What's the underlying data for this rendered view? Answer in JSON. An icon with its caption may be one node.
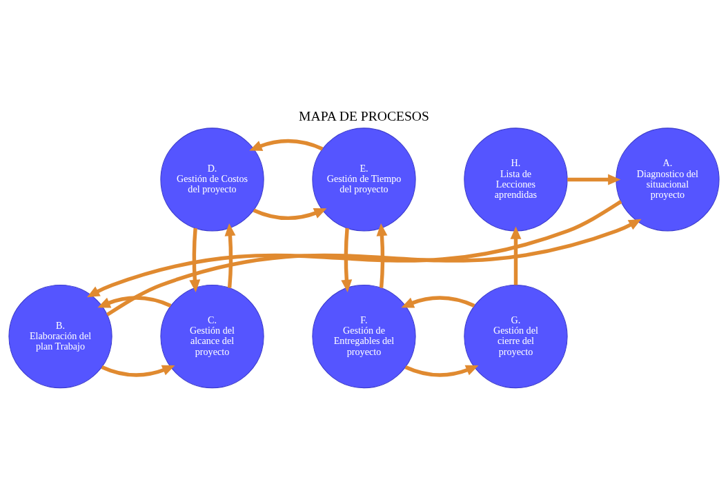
{
  "diagram": {
    "title": "MAPA DE PROCESOS",
    "nodes": [
      {
        "text": [
          "A.",
          "Diagnostico del situacional proyecto"
        ]
      },
      {
        "text": [
          "D.",
          "Gestión de Costos del proyecto"
        ]
      },
      {
        "text": [
          "E.",
          "Gestión de Tiempo del proyecto"
        ]
      },
      {
        "text": [
          "H.",
          "Lista de Lecciones aprendidas"
        ]
      },
      {
        "text": [
          "B.",
          "Elaboración del plan Trabajo"
        ]
      },
      {
        "text": [
          "C.",
          "Gestión del alcance del proyecto"
        ]
      },
      {
        "text": [
          "F.",
          "Gestión de Entregables del proyecto"
        ]
      },
      {
        "text": [
          "G.",
          "Gestión del cierre del proyecto"
        ]
      }
    ],
    "edges": [
      {
        "from": 0,
        "to": 4,
        "arrow": "to"
      },
      {
        "from": 4,
        "to": 0,
        "arrow": "to"
      },
      {
        "from": 4,
        "to": 5,
        "arrow": "to"
      },
      {
        "from": 5,
        "to": 4,
        "arrow": "to"
      },
      {
        "from": 5,
        "to": 1,
        "arrow": "to"
      },
      {
        "from": 1,
        "to": 5,
        "arrow": "to"
      },
      {
        "from": 1,
        "to": 2,
        "arrow": "to"
      },
      {
        "from": 2,
        "to": 1,
        "arrow": "to"
      },
      {
        "from": 2,
        "to": 6,
        "arrow": "to"
      },
      {
        "from": 6,
        "to": 2,
        "arrow": "to"
      },
      {
        "from": 6,
        "to": 7,
        "arrow": "to"
      },
      {
        "from": 7,
        "to": 6,
        "arrow": "to"
      },
      {
        "from": 7,
        "to": 3,
        "arrow": "to"
      },
      {
        "from": 3,
        "to": 0,
        "arrow": "to"
      }
    ]
  }
}
